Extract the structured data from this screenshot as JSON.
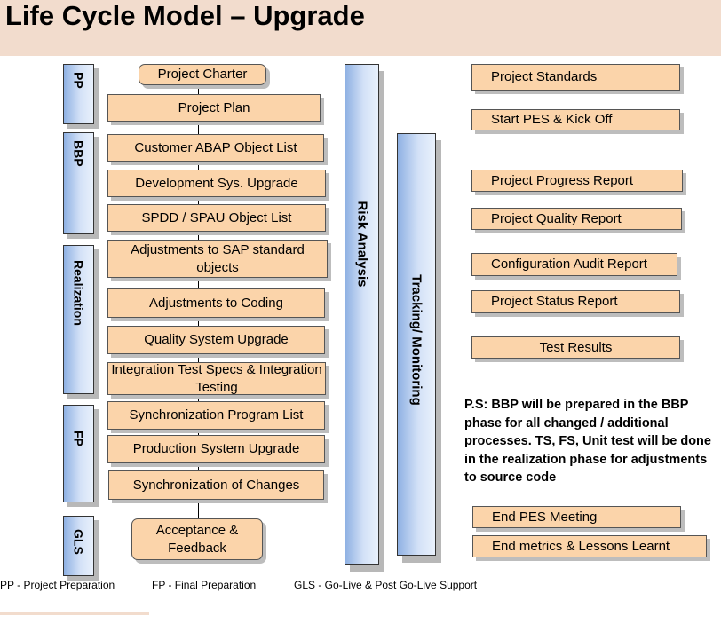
{
  "title": "Life Cycle Model – Upgrade",
  "phases": [
    {
      "label": "PP"
    },
    {
      "label": "BBP"
    },
    {
      "label": "Realization"
    },
    {
      "label": "FP"
    },
    {
      "label": "GLS"
    }
  ],
  "activities": [
    "Project Charter",
    "Project Plan",
    "Customer ABAP Object List",
    "Development Sys. Upgrade",
    "SPDD / SPAU Object List",
    "Adjustments to SAP standard objects",
    "Adjustments to Coding",
    "Quality System Upgrade",
    "Integration Test Specs & Integration Testing",
    "Synchronization Program List",
    "Production System Upgrade",
    "Synchronization of  Changes",
    "Acceptance & Feedback"
  ],
  "risk_analysis": "Risk Analysis",
  "tracking": "Tracking/ Monitoring",
  "reports": [
    "Project Standards",
    "Start PES & Kick Off",
    "Project Progress Report",
    "Project Quality Report",
    "Configuration Audit Report",
    "Project Status Report",
    "Test Results",
    "End PES Meeting",
    "End metrics & Lessons Learnt"
  ],
  "note": "P.S: BBP will be prepared in the BBP phase for all changed / additional processes. TS, FS, Unit test will be done in the realization phase for adjustments to source code",
  "legend": [
    "PP - Project Preparation",
    "FP - Final Preparation",
    "GLS -  Go-Live & Post Go-Live Support"
  ],
  "colors": {
    "title_band": "#f2dccd",
    "activity_fill": "#fbd4aa",
    "bar_dark": "#8fb1e3",
    "bar_light": "#e9f1fc",
    "shadow": "#b8b8b8"
  }
}
